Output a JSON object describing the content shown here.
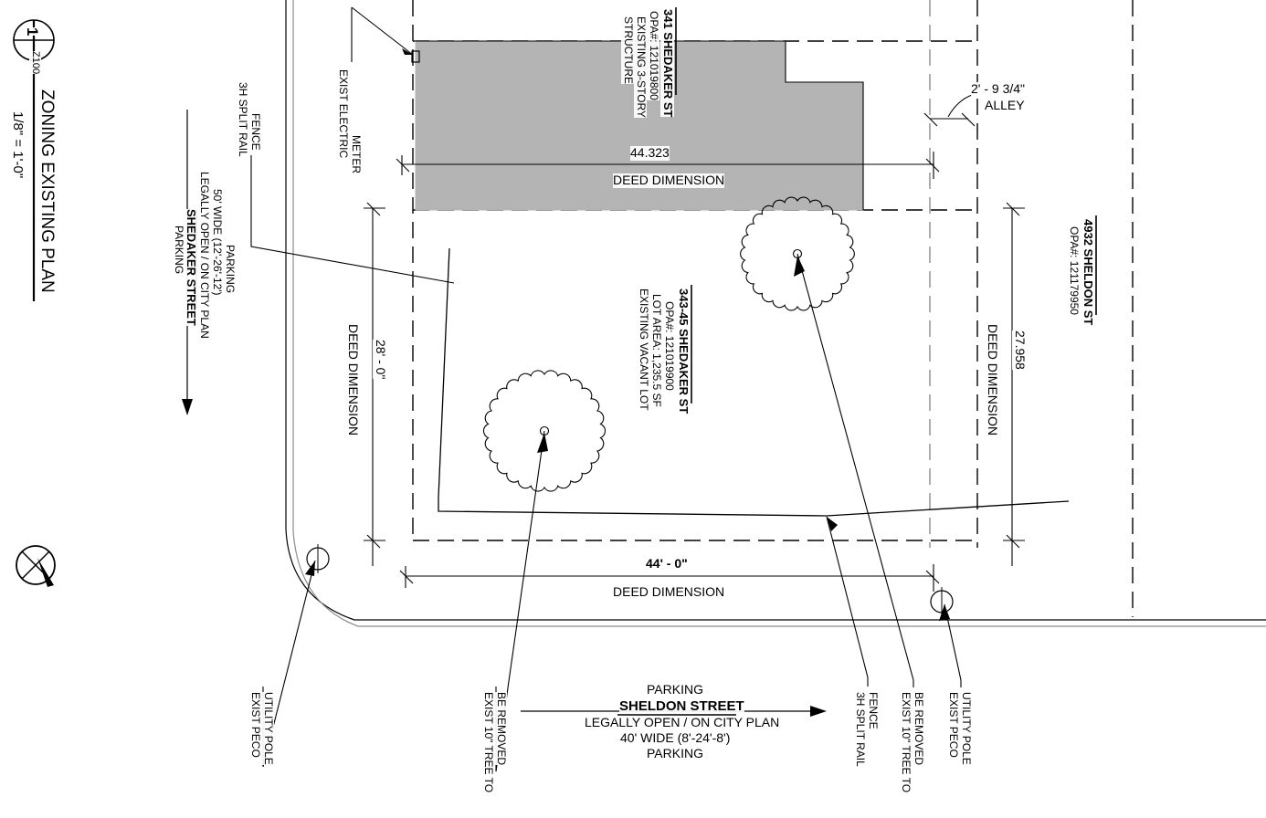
{
  "sheet": {
    "title_block": {
      "detail_number": "1",
      "sheet_number": "Z100",
      "title": "ZONING EXISTING PLAN",
      "scale": "1/8\" = 1'-0\""
    },
    "north_arrow": {
      "name": "north-arrow"
    }
  },
  "streets": {
    "shedaker": {
      "line1": "PARKING",
      "line2": "SHEDAKER STREET",
      "line3": "LEGALLY OPEN / ON CITY PLAN",
      "line4": "50' WIDE (12'-26'-12')",
      "line5": "PARKING"
    },
    "sheldon": {
      "line1": "PARKING",
      "line2": "SHELDON STREET",
      "line3": "LEGALLY OPEN / ON CITY PLAN",
      "line4": "40' WIDE (8'-24'-8')",
      "line5": "PARKING"
    }
  },
  "parcels": {
    "north": {
      "address": "341 SHEDAKER ST",
      "opa": "OPA#: 121019800",
      "note1": "EXISTING 3-STORY",
      "note2": "STRUCTURE"
    },
    "subject": {
      "address": "343-45 SHEDAKER ST",
      "opa": "OPA#: 121019900",
      "lot_area": "LOT AREA: 1,235.5 SF",
      "note": "EXISTING VACANT LOT"
    },
    "east": {
      "address": "4932 SHELDON ST",
      "opa": "OPA#: 121179950"
    }
  },
  "dimensions": {
    "top_building_width": {
      "value": "44.323",
      "caption": "DEED DIMENSION"
    },
    "left_depth": {
      "value": "28' - 0\"",
      "caption": "DEED DIMENSION"
    },
    "right_depth": {
      "value": "27.958",
      "caption": "DEED DIMENSION"
    },
    "bottom_width": {
      "value": "44' - 0\"",
      "caption": "DEED DIMENSION"
    },
    "alley": {
      "value": "2' - 9 3/4\"",
      "caption": "ALLEY"
    }
  },
  "annotations": {
    "electric_meter": {
      "line1": "EXIST ELECTRIC",
      "line2": "METER"
    },
    "fence_top": {
      "line1": "3H SPLIT RAIL",
      "line2": "FENCE"
    },
    "fence_bottom": {
      "line1": "3H SPLIT RAIL",
      "line2": "FENCE"
    },
    "pole_left": {
      "line1": "EXIST PECO",
      "line2": "UTILITY POLE"
    },
    "pole_right": {
      "line1": "EXIST PECO",
      "line2": "UTILITY POLE"
    },
    "tree_left": {
      "line1": "EXIST 10\" TREE TO",
      "line2": "BE REMOVED"
    },
    "tree_right": {
      "line1": "EXIST 10\" TREE TO",
      "line2": "BE REMOVED"
    }
  },
  "colors": {
    "line": "#000000",
    "building_fill": "#b4b4b4",
    "curb_gray": "#8c8c8c",
    "paper": "#ffffff"
  }
}
